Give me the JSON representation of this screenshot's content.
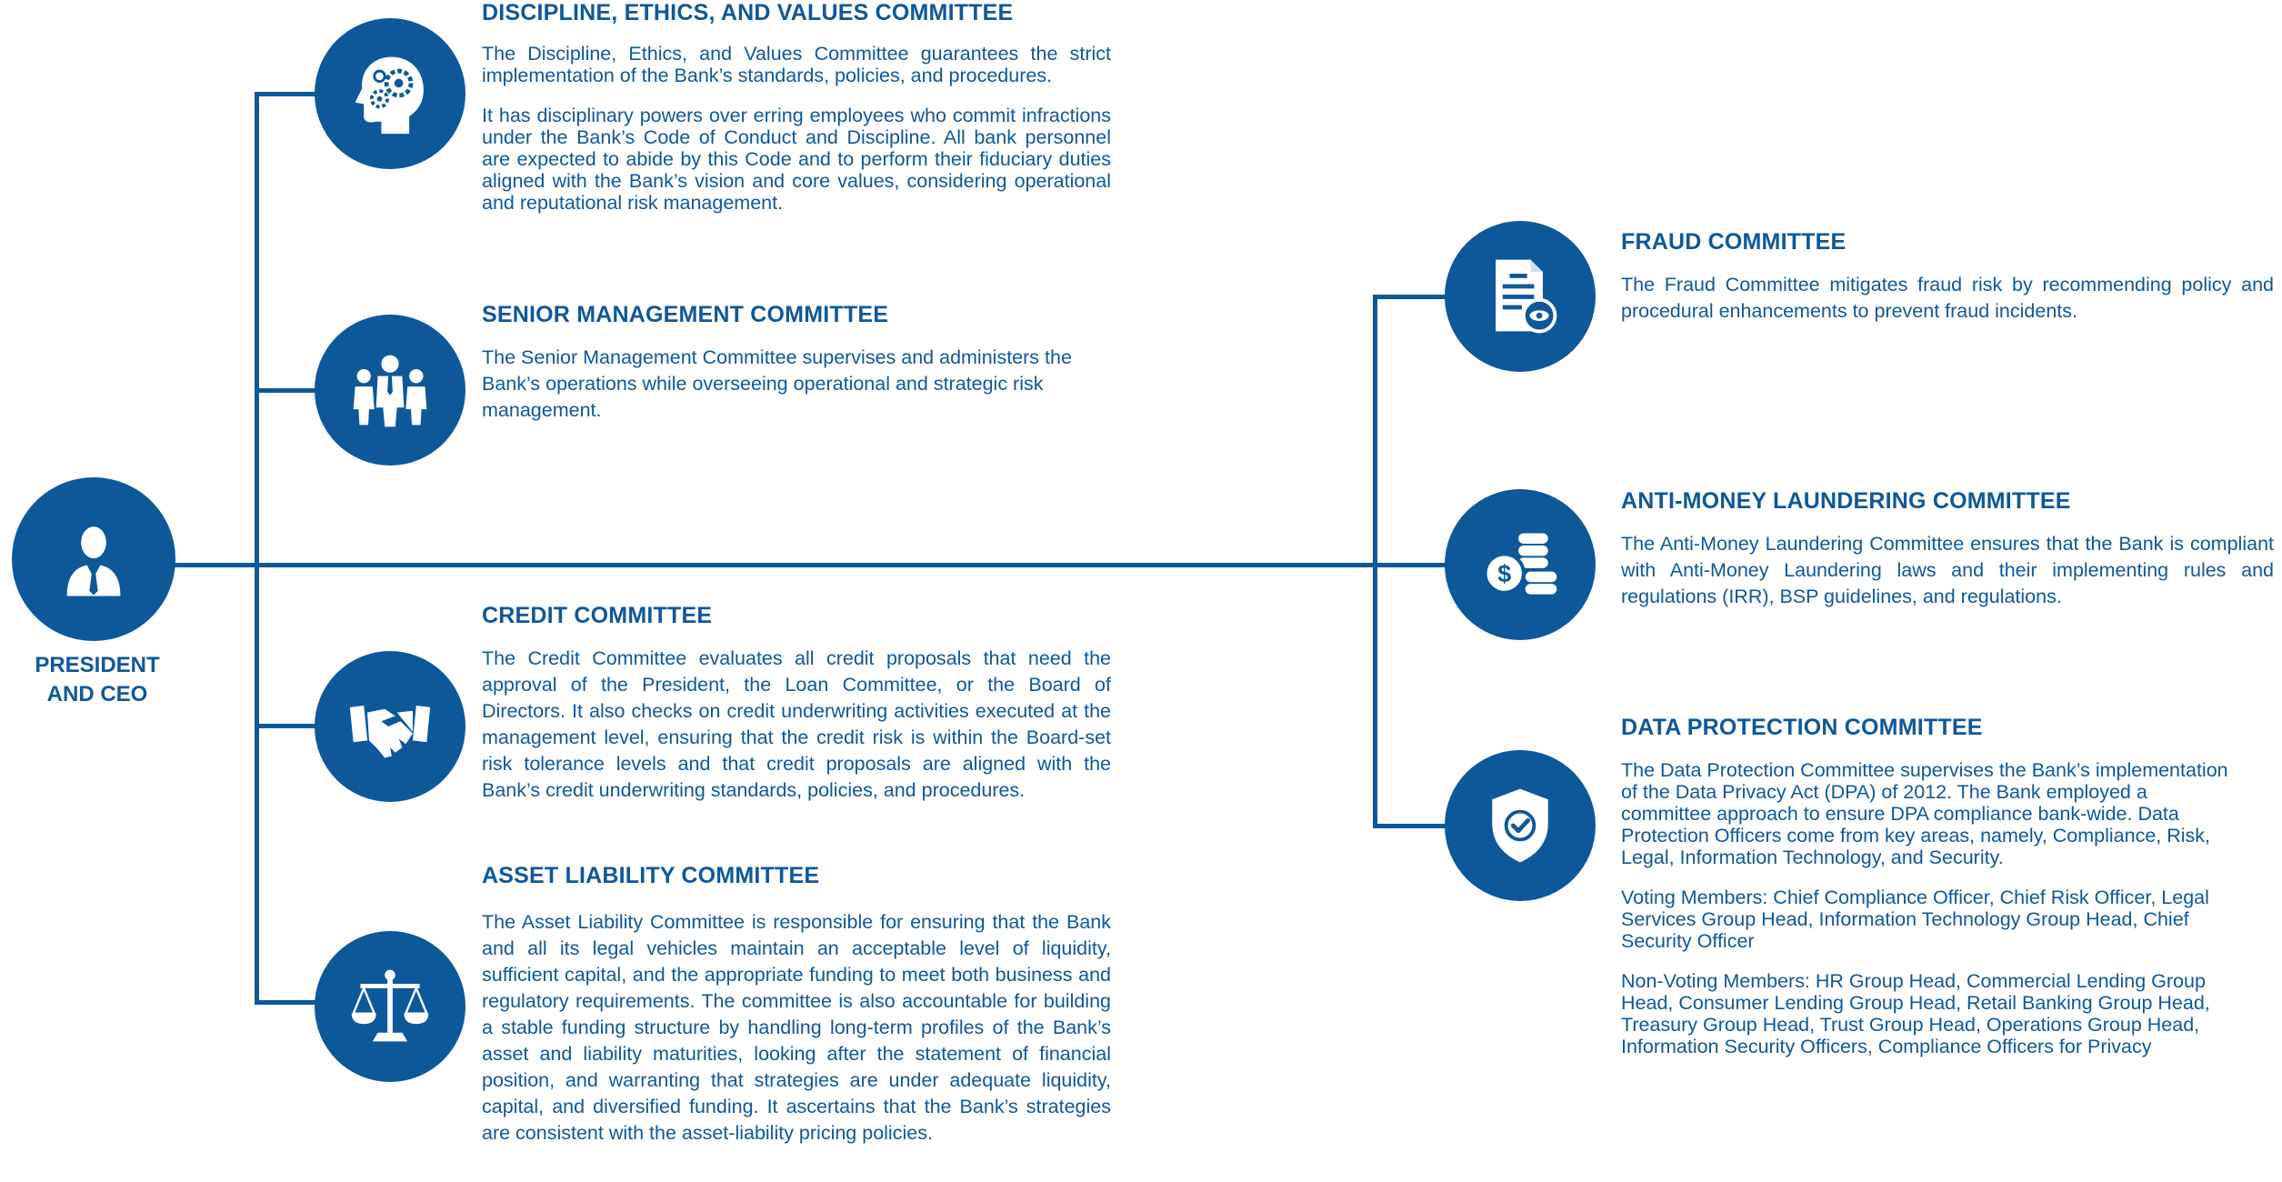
{
  "ceo": {
    "label": "PRESIDENT\nAND CEO",
    "icon": "executive-person-icon"
  },
  "left_committees": [
    {
      "title": "DISCIPLINE, ETHICS, AND VALUES COMMITTEE",
      "icon": "brain-gears-icon",
      "paragraphs": [
        "The Discipline, Ethics, and Values Committee guarantees the strict implementation of the Bank’s standards, policies, and procedures.",
        "It has disciplinary powers over erring employees who commit infractions under the Bank’s Code of Conduct and Discipline.   All bank personnel are expected to abide by this Code and to perform their fiduciary duties aligned with the Bank’s vision and core values, considering operational and reputational risk management."
      ]
    },
    {
      "title": "SENIOR MANAGEMENT COMMITTEE",
      "icon": "group-people-icon",
      "paragraphs": [
        "The Senior Management Committee supervises and administers the Bank’s operations while overseeing operational and strategic risk management."
      ]
    },
    {
      "title": "CREDIT COMMITTEE",
      "icon": "handshake-icon",
      "paragraphs": [
        "The Credit Committee evaluates all credit proposals that need the approval of the President, the Loan Committee, or the Board of Directors. It also checks on credit underwriting activities executed at the management level, ensuring that the credit risk is within the Board-set risk tolerance levels and that credit proposals are aligned with the Bank’s credit underwriting standards, policies, and procedures."
      ]
    },
    {
      "title": "ASSET LIABILITY COMMITTEE",
      "icon": "balance-scale-icon",
      "paragraphs": [
        "The Asset Liability Committee is responsible for ensuring that the Bank and all its legal vehicles maintain an acceptable level of liquidity, sufficient capital, and the appropriate funding to meet both business and regulatory requirements. The committee is also accountable for building a stable funding structure by handling long-term profiles of the Bank’s asset and liability maturities, looking after the statement of financial position, and warranting that strategies are under adequate liquidity, capital, and diversified funding. It ascertains that the Bank’s strategies are consistent with the asset-liability pricing policies."
      ]
    }
  ],
  "right_committees": [
    {
      "title": "FRAUD COMMITTEE",
      "icon": "document-eye-icon",
      "paragraphs": [
        "The Fraud Committee mitigates fraud risk by recommending policy and procedural enhancements to prevent fraud incidents."
      ]
    },
    {
      "title": "ANTI-MONEY LAUNDERING COMMITTEE",
      "icon": "coins-dollar-icon",
      "paragraphs": [
        "The Anti-Money Laundering Committee ensures that the Bank is compliant with Anti-Money Laundering laws and their implementing rules and regulations (IRR), BSP guidelines, and regulations."
      ]
    },
    {
      "title": "DATA PROTECTION COMMITTEE",
      "icon": "shield-check-icon",
      "paragraphs": [
        "The Data Protection Committee supervises the Bank’s implementation of the Data Privacy Act (DPA) of 2012. The Bank employed a committee approach to ensure DPA compliance bank-wide. Data Protection Officers come from key areas, namely, Compliance, Risk, Legal, Information Technology, and Security.",
        "Voting Members: Chief Compliance Officer, Chief Risk Officer, Legal Services Group Head, Information Technology Group Head, Chief Security Officer",
        "Non-Voting Members: HR Group Head, Commercial Lending Group Head, Consumer Lending Group Head, Retail Banking Group Head, Treasury Group Head, Trust Group Head, Operations Group Head, Information Security Officers, Compliance Officers for Privacy"
      ]
    }
  ],
  "colors": {
    "primary": "#0e5899",
    "background": "#ffffff"
  }
}
